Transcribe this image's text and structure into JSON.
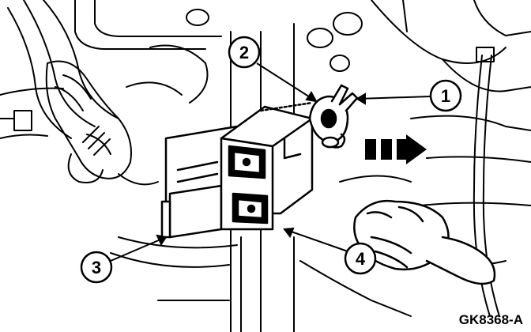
{
  "figure_code": "GK8368-A",
  "callouts": [
    {
      "label": "1"
    },
    {
      "label": "2"
    },
    {
      "label": "3"
    },
    {
      "label": "4"
    }
  ],
  "colors": {
    "ink": "#000000",
    "paper": "#ffffff"
  }
}
